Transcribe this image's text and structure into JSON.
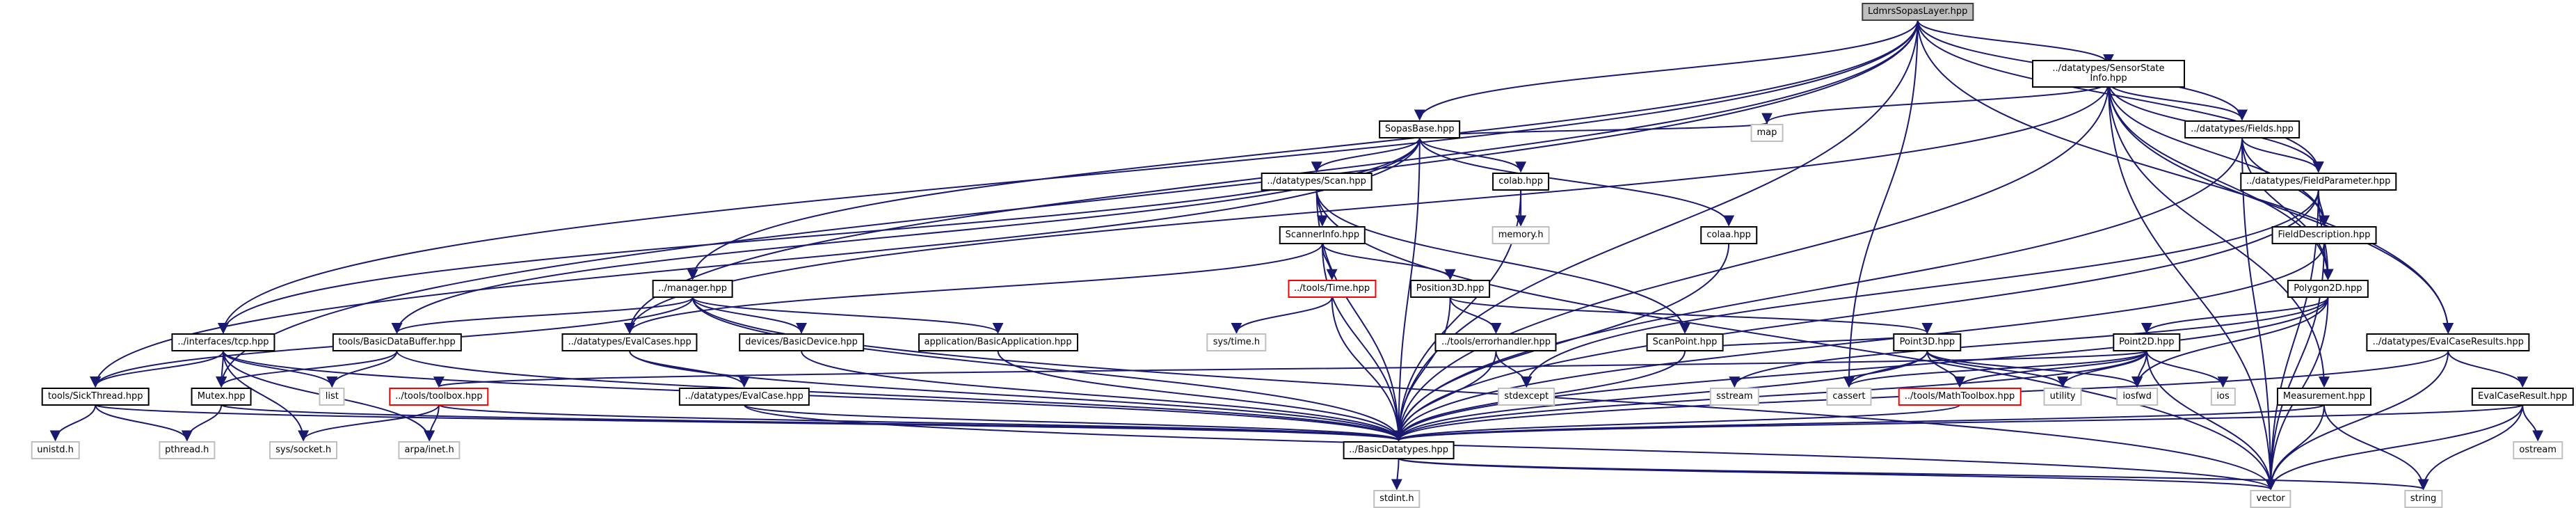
{
  "title": "LdmrsSopasLayer.hpp include dependency graph",
  "colors": {
    "edge": "#191970",
    "root_fill": "#bfbfbf",
    "missing_border": "#ff0000",
    "system_border": "#bfbfbf"
  },
  "nodes": [
    {
      "id": "root",
      "label": "LdmrsSopasLayer.hpp",
      "kind": "root"
    },
    {
      "id": "ssi",
      "label": "../datatypes/SensorState\nInfo.hpp",
      "kind": "file"
    },
    {
      "id": "sopasbase",
      "label": "SopasBase.hpp",
      "kind": "file"
    },
    {
      "id": "fields",
      "label": "../datatypes/Fields.hpp",
      "kind": "file"
    },
    {
      "id": "map",
      "label": "map",
      "kind": "sys"
    },
    {
      "id": "scan",
      "label": "../datatypes/Scan.hpp",
      "kind": "file"
    },
    {
      "id": "colab",
      "label": "colab.hpp",
      "kind": "file"
    },
    {
      "id": "fieldparam",
      "label": "../datatypes/FieldParameter.hpp",
      "kind": "file"
    },
    {
      "id": "memory",
      "label": "memory.h",
      "kind": "sys"
    },
    {
      "id": "colaa",
      "label": "colaa.hpp",
      "kind": "file"
    },
    {
      "id": "scannerinfo",
      "label": "ScannerInfo.hpp",
      "kind": "file"
    },
    {
      "id": "fielddesc",
      "label": "FieldDescription.hpp",
      "kind": "file"
    },
    {
      "id": "manager",
      "label": "../manager.hpp",
      "kind": "file"
    },
    {
      "id": "time",
      "label": "../tools/Time.hpp",
      "kind": "red"
    },
    {
      "id": "position3d",
      "label": "Position3D.hpp",
      "kind": "file"
    },
    {
      "id": "polygon2d",
      "label": "Polygon2D.hpp",
      "kind": "file"
    },
    {
      "id": "tcp",
      "label": "../interfaces/tcp.hpp",
      "kind": "file"
    },
    {
      "id": "databuffer",
      "label": "tools/BasicDataBuffer.hpp",
      "kind": "file"
    },
    {
      "id": "evalcases",
      "label": "../datatypes/EvalCases.hpp",
      "kind": "file"
    },
    {
      "id": "basicdevice",
      "label": "devices/BasicDevice.hpp",
      "kind": "file"
    },
    {
      "id": "basicapp",
      "label": "application/BasicApplication.hpp",
      "kind": "file"
    },
    {
      "id": "systime",
      "label": "sys/time.h",
      "kind": "sys"
    },
    {
      "id": "errorhandler",
      "label": "../tools/errorhandler.hpp",
      "kind": "file"
    },
    {
      "id": "scanpoint",
      "label": "ScanPoint.hpp",
      "kind": "file"
    },
    {
      "id": "point3d",
      "label": "Point3D.hpp",
      "kind": "file"
    },
    {
      "id": "point2d",
      "label": "Point2D.hpp",
      "kind": "file"
    },
    {
      "id": "evalcaseresults",
      "label": "../datatypes/EvalCaseResults.hpp",
      "kind": "file"
    },
    {
      "id": "sickthread",
      "label": "tools/SickThread.hpp",
      "kind": "file"
    },
    {
      "id": "mutex",
      "label": "Mutex.hpp",
      "kind": "file"
    },
    {
      "id": "list",
      "label": "list",
      "kind": "sys"
    },
    {
      "id": "toolbox",
      "label": "../tools/toolbox.hpp",
      "kind": "red"
    },
    {
      "id": "evalcase",
      "label": "../datatypes/EvalCase.hpp",
      "kind": "file"
    },
    {
      "id": "stdexcept",
      "label": "stdexcept",
      "kind": "sys"
    },
    {
      "id": "sstream",
      "label": "sstream",
      "kind": "sys"
    },
    {
      "id": "cassert",
      "label": "cassert",
      "kind": "sys"
    },
    {
      "id": "mathtoolbox",
      "label": "../tools/MathToolbox.hpp",
      "kind": "red"
    },
    {
      "id": "utility",
      "label": "utility",
      "kind": "sys"
    },
    {
      "id": "iosfwd",
      "label": "iosfwd",
      "kind": "sys"
    },
    {
      "id": "ios",
      "label": "ios",
      "kind": "sys"
    },
    {
      "id": "measurement",
      "label": "Measurement.hpp",
      "kind": "file"
    },
    {
      "id": "evalcaseresult",
      "label": "EvalCaseResult.hpp",
      "kind": "file"
    },
    {
      "id": "unistd",
      "label": "unistd.h",
      "kind": "sys"
    },
    {
      "id": "pthread",
      "label": "pthread.h",
      "kind": "sys"
    },
    {
      "id": "socket",
      "label": "sys/socket.h",
      "kind": "sys"
    },
    {
      "id": "inet",
      "label": "arpa/inet.h",
      "kind": "sys"
    },
    {
      "id": "basicdt",
      "label": "../BasicDatatypes.hpp",
      "kind": "file"
    },
    {
      "id": "ostream",
      "label": "ostream",
      "kind": "sys"
    },
    {
      "id": "stdint",
      "label": "stdint.h",
      "kind": "sys"
    },
    {
      "id": "vector",
      "label": "vector",
      "kind": "sys"
    },
    {
      "id": "string",
      "label": "string",
      "kind": "sys"
    }
  ],
  "edges": [
    [
      "root",
      "ssi"
    ],
    [
      "root",
      "sopasbase"
    ],
    [
      "root",
      "fields"
    ],
    [
      "root",
      "fieldparam"
    ],
    [
      "root",
      "manager"
    ],
    [
      "root",
      "tcp"
    ],
    [
      "root",
      "evalcases"
    ],
    [
      "root",
      "evalcaseresults"
    ],
    [
      "root",
      "basicdt"
    ],
    [
      "root",
      "cassert"
    ],
    [
      "root",
      "mutex"
    ],
    [
      "ssi",
      "fields"
    ],
    [
      "ssi",
      "fieldparam"
    ],
    [
      "ssi",
      "fielddesc"
    ],
    [
      "ssi",
      "polygon2d"
    ],
    [
      "ssi",
      "map"
    ],
    [
      "ssi",
      "evalcases"
    ],
    [
      "ssi",
      "measurement"
    ],
    [
      "ssi",
      "evalcaseresults"
    ],
    [
      "ssi",
      "basicdt"
    ],
    [
      "ssi",
      "vector"
    ],
    [
      "sopasbase",
      "scan"
    ],
    [
      "sopasbase",
      "colab"
    ],
    [
      "sopasbase",
      "colaa"
    ],
    [
      "sopasbase",
      "map"
    ],
    [
      "sopasbase",
      "tcp"
    ],
    [
      "sopasbase",
      "basicdt"
    ],
    [
      "sopasbase",
      "sickthread"
    ],
    [
      "sopasbase",
      "databuffer"
    ],
    [
      "fields",
      "fieldparam"
    ],
    [
      "fields",
      "fielddesc"
    ],
    [
      "fields",
      "polygon2d"
    ],
    [
      "fields",
      "basicdt"
    ],
    [
      "fields",
      "vector"
    ],
    [
      "scan",
      "scannerinfo"
    ],
    [
      "scan",
      "scanpoint"
    ],
    [
      "scan",
      "basicdt"
    ],
    [
      "scan",
      "vector"
    ],
    [
      "colab",
      "memory"
    ],
    [
      "colab",
      "basicdt"
    ],
    [
      "colaa",
      "basicdt"
    ],
    [
      "fieldparam",
      "fielddesc"
    ],
    [
      "fieldparam",
      "polygon2d"
    ],
    [
      "fieldparam",
      "basicdt"
    ],
    [
      "fieldparam",
      "stdexcept"
    ],
    [
      "fieldparam",
      "vector"
    ],
    [
      "scannerinfo",
      "time"
    ],
    [
      "scannerinfo",
      "position3d"
    ],
    [
      "scannerinfo",
      "basicdt"
    ],
    [
      "scannerinfo",
      "evalcases"
    ],
    [
      "fielddesc",
      "polygon2d"
    ],
    [
      "fielddesc",
      "basicdt"
    ],
    [
      "fielddesc",
      "vector"
    ],
    [
      "manager",
      "basicdevice"
    ],
    [
      "manager",
      "basicapp"
    ],
    [
      "manager",
      "databuffer"
    ],
    [
      "manager",
      "sickthread"
    ],
    [
      "manager",
      "basicdt"
    ],
    [
      "manager",
      "vector"
    ],
    [
      "time",
      "systime"
    ],
    [
      "time",
      "basicdt"
    ],
    [
      "position3d",
      "errorhandler"
    ],
    [
      "position3d",
      "point3d"
    ],
    [
      "position3d",
      "basicdt"
    ],
    [
      "polygon2d",
      "point2d"
    ],
    [
      "polygon2d",
      "iosfwd"
    ],
    [
      "polygon2d",
      "basicdt"
    ],
    [
      "polygon2d",
      "vector"
    ],
    [
      "polygon2d",
      "sstream"
    ],
    [
      "tcp",
      "sickthread"
    ],
    [
      "tcp",
      "mutex"
    ],
    [
      "tcp",
      "list"
    ],
    [
      "tcp",
      "socket"
    ],
    [
      "tcp",
      "inet"
    ],
    [
      "tcp",
      "basicdt"
    ],
    [
      "databuffer",
      "mutex"
    ],
    [
      "databuffer",
      "list"
    ],
    [
      "databuffer",
      "basicdt"
    ],
    [
      "evalcases",
      "evalcase"
    ],
    [
      "evalcases",
      "basicdt"
    ],
    [
      "basicdevice",
      "basicdt"
    ],
    [
      "basicapp",
      "basicdt"
    ],
    [
      "errorhandler",
      "stdexcept"
    ],
    [
      "errorhandler",
      "basicdt"
    ],
    [
      "scanpoint",
      "point3d"
    ],
    [
      "scanpoint",
      "basicdt"
    ],
    [
      "point3d",
      "cassert"
    ],
    [
      "point3d",
      "mathtoolbox"
    ],
    [
      "point3d",
      "utility"
    ],
    [
      "point3d",
      "iosfwd"
    ],
    [
      "point3d",
      "basicdt"
    ],
    [
      "point2d",
      "cassert"
    ],
    [
      "point2d",
      "mathtoolbox"
    ],
    [
      "point2d",
      "utility"
    ],
    [
      "point2d",
      "iosfwd"
    ],
    [
      "point2d",
      "ios"
    ],
    [
      "point2d",
      "basicdt"
    ],
    [
      "point2d",
      "vector"
    ],
    [
      "point2d",
      "toolbox"
    ],
    [
      "evalcaseresults",
      "evalcaseresult"
    ],
    [
      "evalcaseresults",
      "basicdt"
    ],
    [
      "evalcaseresults",
      "vector"
    ],
    [
      "sickthread",
      "unistd"
    ],
    [
      "sickthread",
      "pthread"
    ],
    [
      "sickthread",
      "basicdt"
    ],
    [
      "mutex",
      "pthread"
    ],
    [
      "mutex",
      "basicdt"
    ],
    [
      "toolbox",
      "socket"
    ],
    [
      "toolbox",
      "inet"
    ],
    [
      "toolbox",
      "basicdt"
    ],
    [
      "evalcase",
      "basicdt"
    ],
    [
      "evalcase",
      "vector"
    ],
    [
      "mathtoolbox",
      "basicdt"
    ],
    [
      "measurement",
      "basicdt"
    ],
    [
      "measurement",
      "vector"
    ],
    [
      "measurement",
      "string"
    ],
    [
      "evalcaseresult",
      "ostream"
    ],
    [
      "evalcaseresult",
      "string"
    ],
    [
      "evalcaseresult",
      "basicdt"
    ],
    [
      "evalcaseresult",
      "vector"
    ],
    [
      "basicdt",
      "stdint"
    ],
    [
      "basicdt",
      "vector"
    ],
    [
      "basicdt",
      "string"
    ]
  ]
}
